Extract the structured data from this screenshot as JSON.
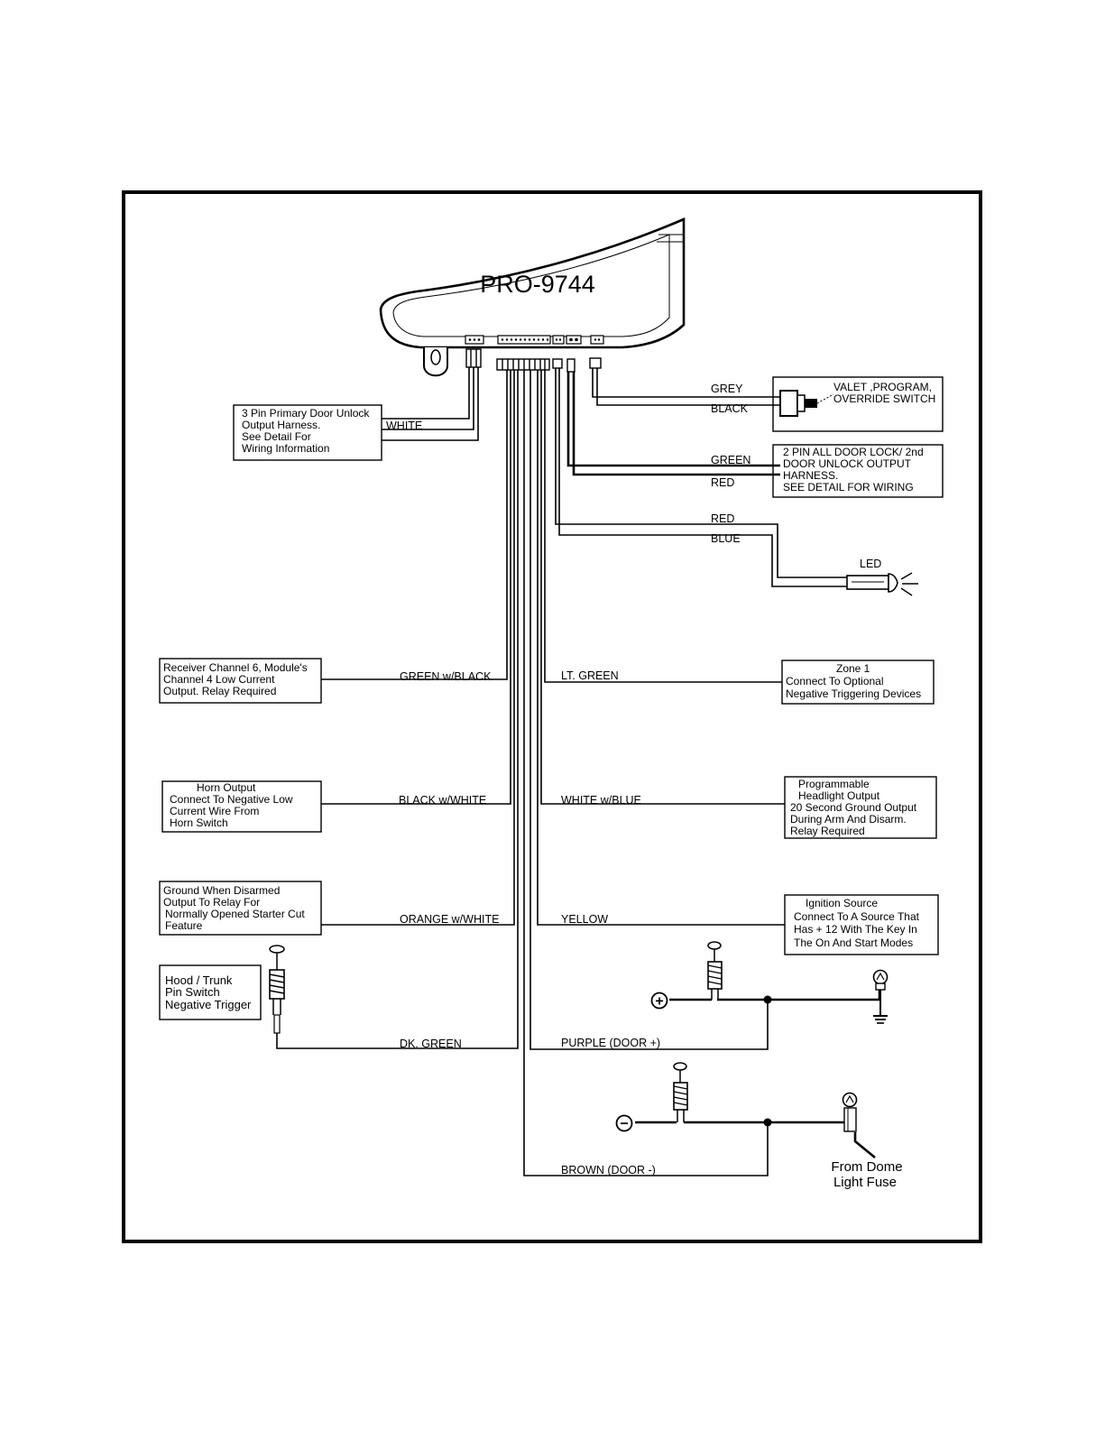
{
  "module": {
    "title": "PRO-9744"
  },
  "wire_labels": {
    "white": "WHITE",
    "grey": "GREY",
    "black": "BLACK",
    "green": "GREEN",
    "red_lock": "RED",
    "red_led": "RED",
    "blue": "BLUE",
    "led": "LED",
    "green_black": "GREEN w/BLACK",
    "lt_green": "LT. GREEN",
    "black_white": "BLACK w/WHITE",
    "white_blue": "WHITE w/BLUE",
    "orange_white": "ORANGE  w/WHITE",
    "yellow": "YELLOW",
    "dk_green": "DK. GREEN",
    "purple": "PURPLE (DOOR +)",
    "brown": "BROWN (DOOR -)"
  },
  "boxes": {
    "door_unlock": [
      "3 Pin Primary Door Unlock",
      "Output Harness.",
      "See Detail For",
      "Wiring Information"
    ],
    "valet": [
      "VALET ,PROGRAM,",
      "OVERRIDE SWITCH"
    ],
    "door_lock": [
      "2 PIN ALL DOOR LOCK/ 2nd",
      "DOOR UNLOCK OUTPUT",
      "HARNESS.",
      "SEE DETAIL FOR WIRING"
    ],
    "receiver": [
      "Receiver Channel 6, Module's",
      "Channel 4 Low Current",
      "Output.  Relay Required"
    ],
    "zone1": [
      "Zone 1",
      "Connect To Optional",
      "Negative Triggering Devices"
    ],
    "horn": [
      "Horn Output",
      "Connect To Negative Low",
      "Current  Wire From",
      "Horn Switch"
    ],
    "headlight": [
      "Programmable",
      "Headlight Output",
      "20 Second Ground Output",
      "During Arm And Disarm.",
      "Relay Required"
    ],
    "starter": [
      "Ground When Disarmed",
      "Output To Relay For",
      "Normally Opened Starter Cut",
      "Feature"
    ],
    "ignition": [
      "Ignition Source",
      "Connect To A Source That",
      "Has + 12  With The Key In",
      "The On And Start Modes"
    ],
    "hood": [
      "Hood / Trunk",
      "Pin Switch",
      "Negative Trigger"
    ]
  },
  "dome": [
    "From  Dome",
    "Light Fuse"
  ],
  "symbols": {
    "plus": "+",
    "minus": "−"
  },
  "icons": [
    "pin-switch-icon",
    "led-icon",
    "bulb-icon",
    "ground-icon",
    "toggle-switch-icon"
  ]
}
